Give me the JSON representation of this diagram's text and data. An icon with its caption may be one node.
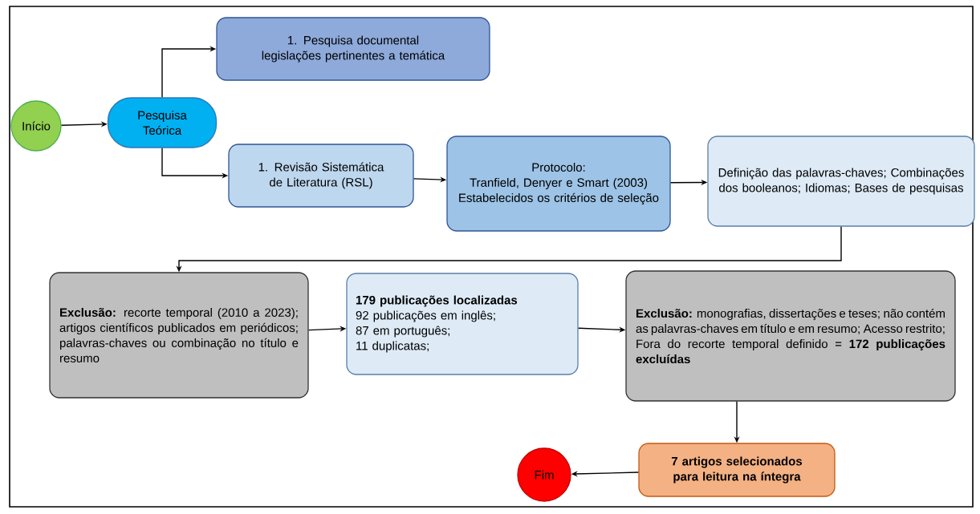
{
  "diagram": {
    "nodes": [
      {
        "text": [
          "Início"
        ]
      },
      {
        "text": [
          "Pesquisa Teórica"
        ]
      },
      {
        "text": [
          "1. Pesquisa documental legislações pertinentes a temática"
        ]
      },
      {
        "text": [
          "1. Revisão Sistemática de Literatura (RSL)"
        ]
      },
      {
        "text": [
          "Protocolo:",
          "Tranfield, Denyer e Smart (2003) Estabelecidos os critérios de seleção"
        ]
      },
      {
        "text": [
          "Definição das palavras-chaves; Combinações dos booleanos; Idiomas; Bases de pesquisas"
        ]
      },
      {
        "text": [
          "**Exclusão:** recorte temporal (2010 a 2023); artigos científicos publicados em periódicos; palavras-chaves ou combinação no título e resumo"
        ]
      },
      {
        "text": [
          "179 publicações localizadas",
          "92 publicações em inglês;",
          "87 em português;",
          "11 duplicatas;"
        ]
      },
      {
        "text": [
          "**Exclusão:** monografias, dissertações e teses; não contém as palavras-chaves em título e em resumo; Acesso restrito; Fora do recorte temporal definido = **172 publicações excluídas**"
        ]
      },
      {
        "text": [
          "7 artigos selecionados para leitura na íntegra"
        ]
      },
      {
        "text": [
          "Fim"
        ]
      }
    ],
    "edges": [
      {
        "from": 0,
        "to": 1,
        "arrow": "to"
      },
      {
        "from": 1,
        "to": 2,
        "arrow": "to"
      },
      {
        "from": 1,
        "to": 3,
        "arrow": "to"
      },
      {
        "from": 3,
        "to": 4,
        "arrow": "to"
      },
      {
        "from": 4,
        "to": 5,
        "arrow": "to"
      },
      {
        "from": 5,
        "to": 6,
        "arrow": "to"
      },
      {
        "from": 6,
        "to": 7,
        "arrow": "to"
      },
      {
        "from": 7,
        "to": 8,
        "arrow": "to"
      },
      {
        "from": 8,
        "to": 9,
        "arrow": "to"
      },
      {
        "from": 9,
        "to": 10,
        "arrow": "to"
      }
    ]
  }
}
